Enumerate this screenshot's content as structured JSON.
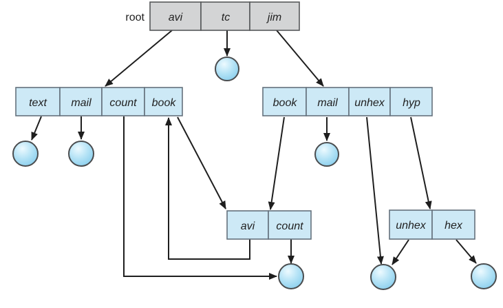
{
  "figure": {
    "type": "general-graph-directory-structure",
    "root_label": "root",
    "directories": {
      "root": [
        "avi",
        "tc",
        "jim"
      ],
      "avi_dir": [
        "text",
        "mail",
        "count",
        "book"
      ],
      "jim_dir": [
        "book",
        "mail",
        "unhex",
        "hyp"
      ],
      "book_dir": [
        "avi",
        "count"
      ],
      "hyp_dir": [
        "unhex",
        "hex"
      ]
    },
    "file_node_count": 7,
    "edges": [
      "root/avi -> avi_dir",
      "root/tc -> file1",
      "root/jim -> jim_dir",
      "avi_dir/text -> file2",
      "avi_dir/mail -> file3",
      "avi_dir/count -> file4 (shared)",
      "avi_dir/book -> book_dir",
      "jim_dir/book -> book_dir",
      "jim_dir/mail -> file5",
      "jim_dir/unhex -> file6 (shared)",
      "jim_dir/hyp -> hyp_dir",
      "book_dir/avi -> avi_dir (cycle)",
      "book_dir/count -> file4 (shared)",
      "hyp_dir/unhex -> file6 (shared)",
      "hyp_dir/hex -> file7"
    ],
    "colors": {
      "root_box_fill": "#d3d4d5",
      "root_box_border": "#56585a",
      "dir_box_fill": "#cde9f6",
      "dir_box_border": "#64717c",
      "arrow": "#1e1e1e",
      "file_highlight": "#edfaff",
      "file_mid": "#b5e3f6",
      "file_edge": "#85ccec",
      "file_border": "#4a4c4e",
      "label_text": "#1f1f1f",
      "background": "#ffffff"
    }
  }
}
